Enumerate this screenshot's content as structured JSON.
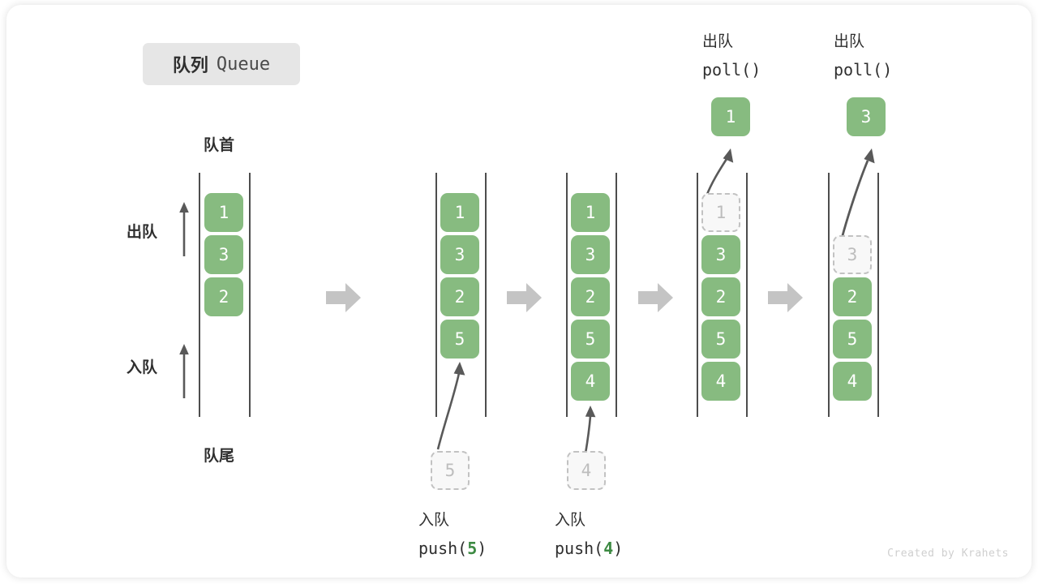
{
  "title": {
    "cn": "队列",
    "en": "Queue"
  },
  "labels": {
    "front": "队首",
    "rear": "队尾",
    "dequeue": "出队",
    "enqueue": "入队"
  },
  "icons": {
    "flow_arrow": "right-arrow-icon",
    "up_arrow": "up-arrow-icon",
    "curved_arrow": "curved-arrow-icon"
  },
  "colors": {
    "cell_green": "#87bb80",
    "ghost_fill": "#f8f8f8",
    "ghost_border": "#c2c2c2",
    "rail": "#4d4d4d",
    "flow_arrow": "#c4c4c4",
    "badge_bg": "#e6e6e6",
    "code_highlight": "#3d8a43"
  },
  "steps": [
    {
      "name": "initial-queue",
      "cells": [
        {
          "value": "1",
          "state": "filled"
        },
        {
          "value": "3",
          "state": "filled"
        },
        {
          "value": "2",
          "state": "filled"
        }
      ],
      "side_labels": {
        "dequeue": "出队",
        "enqueue": "入队"
      },
      "top_label": "队首",
      "bottom_label": "队尾"
    },
    {
      "name": "after-push-5",
      "cells": [
        {
          "value": "1",
          "state": "filled"
        },
        {
          "value": "3",
          "state": "filled"
        },
        {
          "value": "2",
          "state": "filled"
        },
        {
          "value": "5",
          "state": "filled"
        }
      ],
      "action": {
        "label_cn": "入队",
        "code_pre": "push(",
        "code_value": "5",
        "code_post": ")"
      },
      "pending_cell": "5"
    },
    {
      "name": "after-push-4",
      "cells": [
        {
          "value": "1",
          "state": "filled"
        },
        {
          "value": "3",
          "state": "filled"
        },
        {
          "value": "2",
          "state": "filled"
        },
        {
          "value": "5",
          "state": "filled"
        },
        {
          "value": "4",
          "state": "filled"
        }
      ],
      "action": {
        "label_cn": "入队",
        "code_pre": "push(",
        "code_value": "4",
        "code_post": ")"
      },
      "pending_cell": "4"
    },
    {
      "name": "after-poll-1",
      "cells": [
        {
          "value": "1",
          "state": "ghost"
        },
        {
          "value": "3",
          "state": "filled"
        },
        {
          "value": "2",
          "state": "filled"
        },
        {
          "value": "5",
          "state": "filled"
        },
        {
          "value": "4",
          "state": "filled"
        }
      ],
      "action": {
        "label_cn": "出队",
        "code": "poll()"
      },
      "popped_cell": "1"
    },
    {
      "name": "after-poll-3",
      "cells": [
        {
          "value": "",
          "state": "empty"
        },
        {
          "value": "3",
          "state": "ghost"
        },
        {
          "value": "2",
          "state": "filled"
        },
        {
          "value": "5",
          "state": "filled"
        },
        {
          "value": "4",
          "state": "filled"
        }
      ],
      "action": {
        "label_cn": "出队",
        "code": "poll()"
      },
      "popped_cell": "3"
    }
  ],
  "credit": "Created by Krahets"
}
